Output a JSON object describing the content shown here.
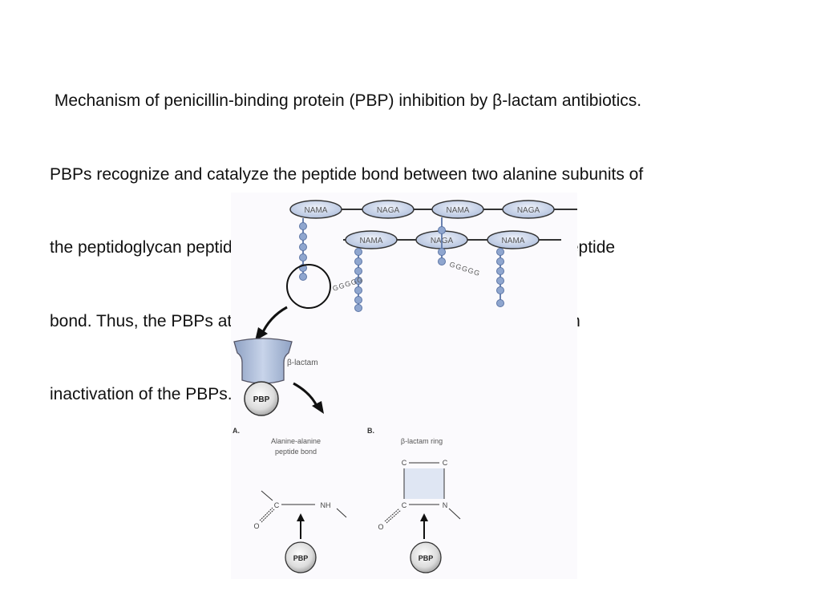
{
  "caption": {
    "lines": [
      " Mechanism of penicillin-binding protein (PBP) inhibition by β-lactam antibiotics.",
      "PBPs recognize and catalyze the peptide bond between two alanine subunits of",
      "the peptidoglycan peptide side chain.  The β-lactam ring mimics this peptide",
      "bond. Thus, the PBPs attempt to catalyze the β-lactam ring, resulting in",
      "inactivation of the PBPs."
    ]
  },
  "figure": {
    "top_chain": [
      "NAMA",
      "NAGA",
      "NAMA",
      "NAGA"
    ],
    "bottom_chain": [
      "NAMA",
      "NAGA",
      "NAMA"
    ],
    "glycine_chain_1": "GGGGG",
    "glycine_chain_2": "GGGGG",
    "beta_lactam_label": "β-lactam",
    "pbp_label": "PBP",
    "panel_a": {
      "letter": "A.",
      "title_line1": "Alanine-alanine",
      "title_line2": "peptide bond",
      "atom_c": "C",
      "atom_nh": "NH",
      "atom_o": "O",
      "pbp": "PBP"
    },
    "panel_b": {
      "letter": "B.",
      "title": "β-lactam ring",
      "atom_c_top_left": "C",
      "atom_c_top_right": "C",
      "atom_c": "C",
      "atom_n": "N",
      "atom_o": "O",
      "pbp": "PBP"
    },
    "colors": {
      "node_fill": "#c9d3e6",
      "bead": "#8fa6cf",
      "ring_fill": "#dfe6f3",
      "line": "#333333"
    }
  }
}
